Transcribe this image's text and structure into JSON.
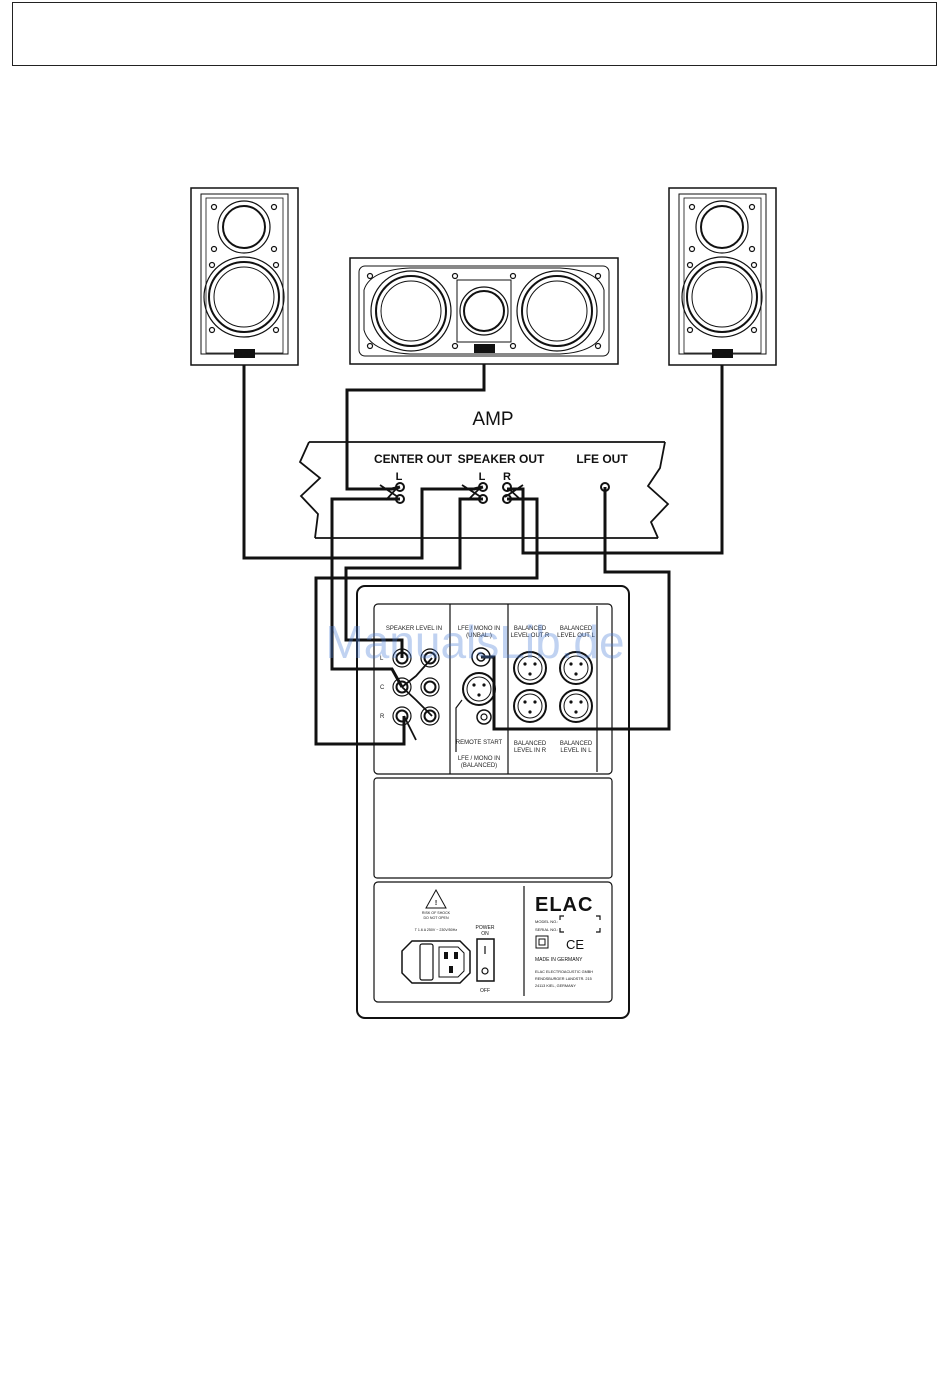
{
  "amp": {
    "title": "AMP",
    "center_out": "CENTER OUT",
    "speaker_out": "SPEAKER OUT",
    "lfe_out": "LFE OUT",
    "l": "L",
    "r": "R"
  },
  "speaker_logo": "ELAC",
  "sub_panel": {
    "speaker_level_in": "SPEAKER LEVEL IN",
    "ch_l": "L",
    "ch_c": "C",
    "ch_r": "R",
    "lfe_mono_in_1": "LFE / MONO IN",
    "lfe_mono_in_2": "(UNBAL.)",
    "remote_start": "REMOTE START",
    "lfe_mono_bal_1": "LFE / MONO IN",
    "lfe_mono_bal_2": "(BALANCED)",
    "bal_level_out_r_1": "BALANCED",
    "bal_level_out_r_2": "LEVEL OUT R",
    "bal_level_out_l_1": "BALANCED",
    "bal_level_out_l_2": "LEVEL OUT L",
    "bal_level_in_r_1": "BALANCED",
    "bal_level_in_r_2": "LEVEL IN R",
    "bal_level_in_l_1": "BALANCED",
    "bal_level_in_l_2": "LEVEL IN L",
    "power_on_1": "POWER",
    "power_on_2": "ON",
    "power_off": "OFF",
    "brand": "ELAC",
    "model_no": "MODEL NO.:",
    "serial_no": "SERIAL NO.:",
    "ce_mark": "CE",
    "made_in": "MADE IN GERMANY",
    "addr_1": "ELAC ELECTROACUSTIC GMBH",
    "addr_2": "RENDSBURGER LANDSTR. 215",
    "addr_3": "24113 KIEL, GERMANY",
    "warning_1": "RISK OF SHOCK",
    "warning_2": "DO NOT OPEN",
    "fuse": "T 1.6 A 250V ~ 230V/50Hz"
  },
  "watermark": "ManualsLib.de"
}
